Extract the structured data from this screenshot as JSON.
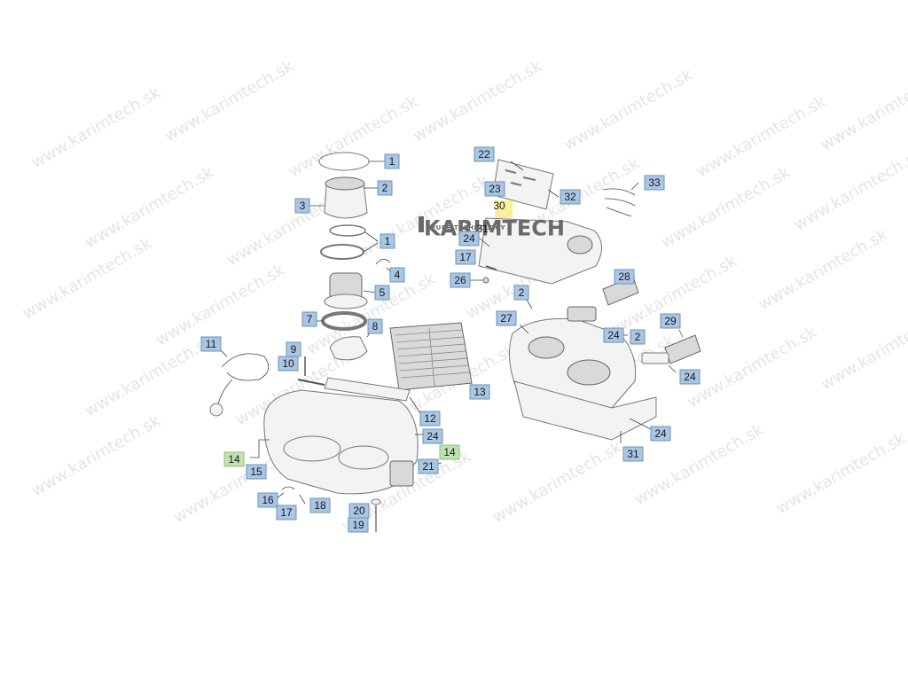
{
  "watermark": "www.karimtech.sk",
  "logo": {
    "name": "KARIMTECH",
    "tagline": "PURE TECHNOLOGY"
  },
  "callouts": [
    {
      "id": "c1a",
      "text": "1"
    },
    {
      "id": "c2a",
      "text": "2"
    },
    {
      "id": "c3",
      "text": "3"
    },
    {
      "id": "c1b",
      "text": "1"
    },
    {
      "id": "c4",
      "text": "4"
    },
    {
      "id": "c5",
      "text": "5"
    },
    {
      "id": "c7",
      "text": "7"
    },
    {
      "id": "c8",
      "text": "8"
    },
    {
      "id": "c11",
      "text": "11"
    },
    {
      "id": "c9",
      "text": "9"
    },
    {
      "id": "c10",
      "text": "10"
    },
    {
      "id": "c13",
      "text": "13"
    },
    {
      "id": "c12",
      "text": "12"
    },
    {
      "id": "c24a",
      "text": "24"
    },
    {
      "id": "c14a",
      "text": "14"
    },
    {
      "id": "c15",
      "text": "15"
    },
    {
      "id": "c14b",
      "text": "14"
    },
    {
      "id": "c21",
      "text": "21"
    },
    {
      "id": "c16",
      "text": "16"
    },
    {
      "id": "c17a",
      "text": "17"
    },
    {
      "id": "c18",
      "text": "18"
    },
    {
      "id": "c20",
      "text": "20"
    },
    {
      "id": "c19",
      "text": "19"
    },
    {
      "id": "c22",
      "text": "22"
    },
    {
      "id": "c23",
      "text": "23"
    },
    {
      "id": "c30",
      "text": "30"
    },
    {
      "id": "c31a",
      "text": "31"
    },
    {
      "id": "c32",
      "text": "32"
    },
    {
      "id": "c33",
      "text": "33"
    },
    {
      "id": "c24b",
      "text": "24"
    },
    {
      "id": "c17b",
      "text": "17"
    },
    {
      "id": "c26",
      "text": "26"
    },
    {
      "id": "c28",
      "text": "28"
    },
    {
      "id": "c2b",
      "text": "2"
    },
    {
      "id": "c27",
      "text": "27"
    },
    {
      "id": "c24c",
      "text": "24"
    },
    {
      "id": "c2c",
      "text": "2"
    },
    {
      "id": "c29",
      "text": "29"
    },
    {
      "id": "c24d",
      "text": "24"
    },
    {
      "id": "c24e",
      "text": "24"
    },
    {
      "id": "c31b",
      "text": "31"
    }
  ]
}
